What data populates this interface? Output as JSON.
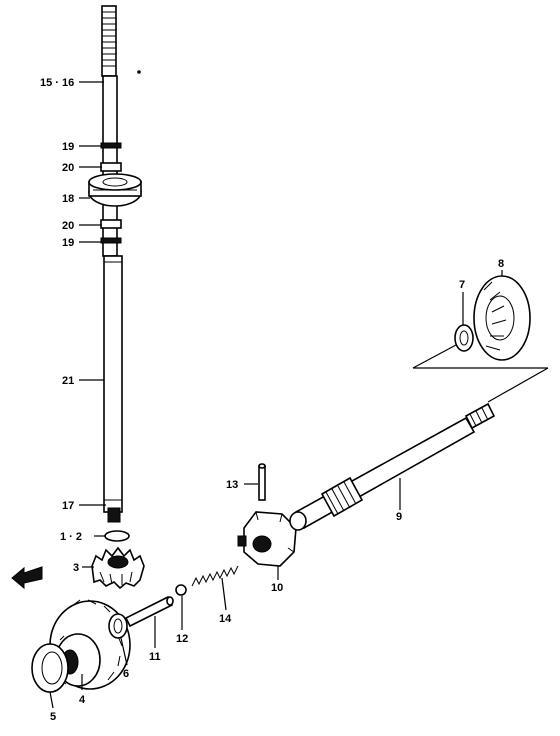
{
  "callouts": {
    "c15_16": "15 · 16",
    "c19a": "19",
    "c20a": "20",
    "c18": "18",
    "c20b": "20",
    "c19b": "19",
    "c21": "21",
    "c17": "17",
    "c1_2": "1 · 2",
    "c3": "3",
    "c4": "4",
    "c5": "5",
    "c6": "6",
    "c7": "7",
    "c8": "8",
    "c9": "9",
    "c10": "10",
    "c11": "11",
    "c12": "12",
    "c13": "13",
    "c14": "14"
  },
  "icons": {
    "direction": "forward-arrow-icon"
  }
}
